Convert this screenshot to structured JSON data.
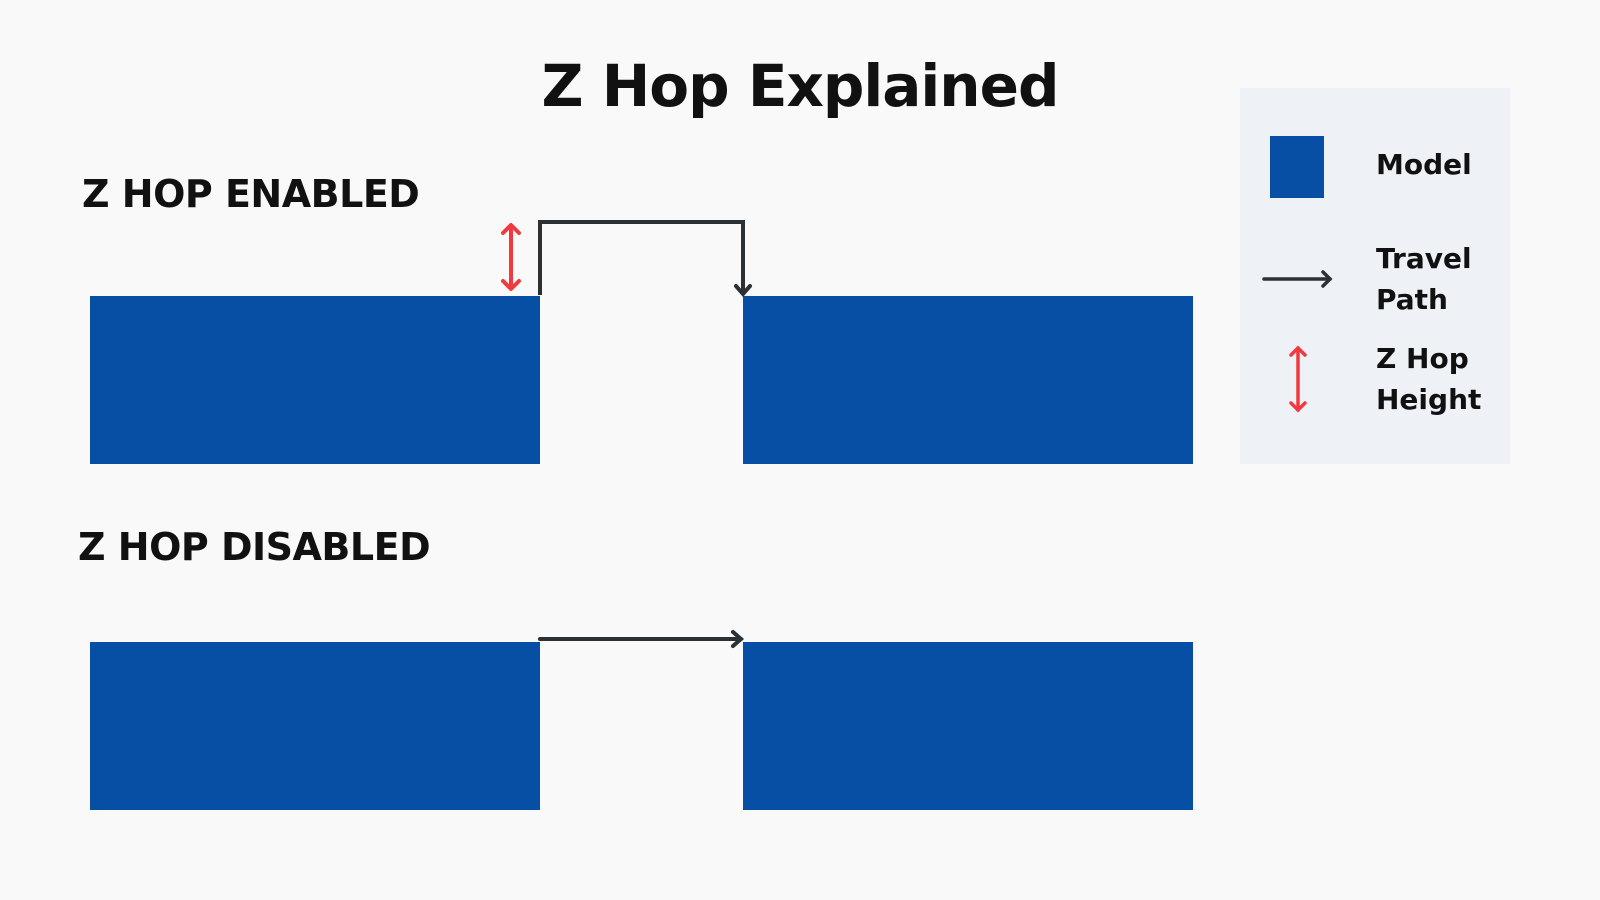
{
  "title": "Z Hop Explained",
  "sections": {
    "enabled": "Z HOP ENABLED",
    "disabled": "Z HOP DISABLED"
  },
  "legend": {
    "model": "Model",
    "travel_path_1": "Travel",
    "travel_path_2": "Path",
    "zhop_1": "Z Hop",
    "zhop_2": "Height"
  },
  "colors": {
    "model": "#074ea5",
    "travel": "#2b3035",
    "zhop": "#f03a3f",
    "legend_bg": "#eef2f7"
  }
}
